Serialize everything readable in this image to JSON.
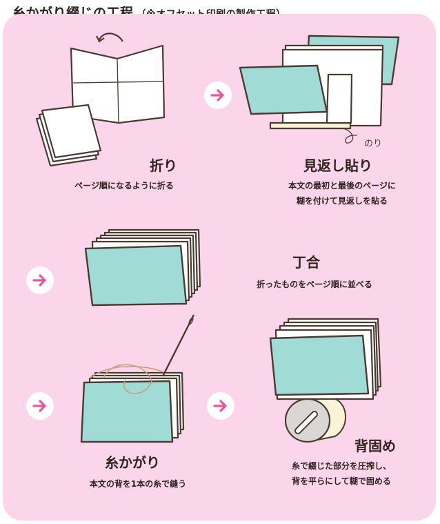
{
  "title": {
    "main": "糸かがり綴じの工程",
    "sub": "（※オフセット印刷の製作工程）"
  },
  "colors": {
    "panel": "#fbd5ea",
    "cover": "#a0dbd5",
    "outline": "#4a3a30",
    "arrow": "#e8559a",
    "paper": "#ffffff"
  },
  "steps": [
    {
      "label": "折り",
      "desc": [
        "ページ順になるように折る"
      ]
    },
    {
      "label": "見返し貼り",
      "desc": [
        "本文の最初と最後のページに",
        "糊を付けて見返しを貼る"
      ],
      "note": "のり"
    },
    {
      "label": "丁合",
      "desc": [
        "折ったものをページ順に並べる"
      ]
    },
    {
      "label": "糸かがり",
      "desc": [
        "本文の背を1本の糸で縫う"
      ]
    },
    {
      "label": "背固め",
      "desc": [
        "糸で綴じた部分を圧搾し、",
        "背を平らにして糊で固める"
      ]
    }
  ],
  "icons": [
    "arrow-right-icon",
    "fold-arrow-icon",
    "needle-icon",
    "roller-icon"
  ]
}
